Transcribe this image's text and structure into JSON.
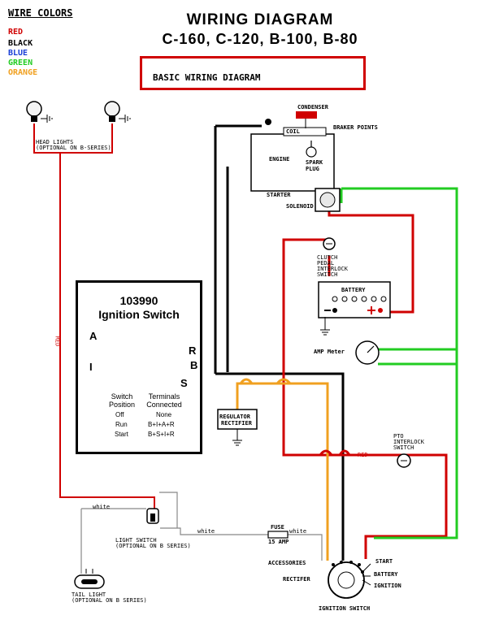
{
  "legend": {
    "title": "WIRE COLORS",
    "items": [
      {
        "label": "RED",
        "color": "#d00000"
      },
      {
        "label": "BLACK",
        "color": "#000000"
      },
      {
        "label": "BLUE",
        "color": "#1a3fd6"
      },
      {
        "label": "GREEN",
        "color": "#22cc22"
      },
      {
        "label": "ORANGE",
        "color": "#f0a020"
      }
    ]
  },
  "title": {
    "line1": "WIRING DIAGRAM",
    "line2": "C-160, C-120, B-100, B-80"
  },
  "subtitle": "BASIC WIRING DIAGRAM",
  "components": {
    "condenser": "CONDENSER",
    "coil": "COIL",
    "braker_points": "BRAKER POINTS",
    "engine": "ENGINE",
    "spark_plug_1": "SPARK",
    "spark_plug_2": "PLUG",
    "starter": "STARTER",
    "solenoid": "SOLENOID",
    "clutch_1": "CLUTCH",
    "clutch_2": "PEDAL",
    "clutch_3": "INTERLOCK",
    "clutch_4": "SWITCH",
    "battery": "BATTERY",
    "amp_meter": "AMP Meter",
    "regulator_1": "REGULATOR",
    "regulator_2": "RECTIFIER",
    "pto_1": "PTO",
    "pto_2": "INTERLOCK",
    "pto_3": "SWITCH",
    "head_lights_1": "HEAD LIGHTS",
    "head_lights_2": "(OPTIONAL ON B-SERIES)",
    "light_switch_1": "LIGHT SWITCH",
    "light_switch_2": "(OPTIONAL ON B SERIES)",
    "tail_light_1": "TAIL LIGHT",
    "tail_light_2": "(OPTIONAL ON B SERIES)",
    "fuse_1": "FUSE",
    "fuse_2": "15 AMP",
    "accessories": "ACCESSORIES",
    "rectifer": "RECTIFER",
    "start": "START",
    "battery_term": "BATTERY",
    "ignition_term": "IGNITION",
    "ignition_switch": "IGNITION SWITCH"
  },
  "wire_labels": {
    "white_1": "white",
    "white_2": "white",
    "white_3": "white",
    "red_1": "RED",
    "red_2": "RED"
  },
  "ignition_card": {
    "part_number": "103990",
    "title": "Ignition Switch",
    "letters": {
      "a": "A",
      "r": "R",
      "b": "B",
      "i": "I",
      "s": "S"
    },
    "col1_header_1": "Switch",
    "col1_header_2": "Position",
    "col2_header_1": "Terminals",
    "col2_header_2": "Connected",
    "rows": [
      {
        "position": "Off",
        "terminals": "None"
      },
      {
        "position": "Run",
        "terminals": "B+I+A+R"
      },
      {
        "position": "Start",
        "terminals": "B+S+I+R"
      }
    ]
  }
}
